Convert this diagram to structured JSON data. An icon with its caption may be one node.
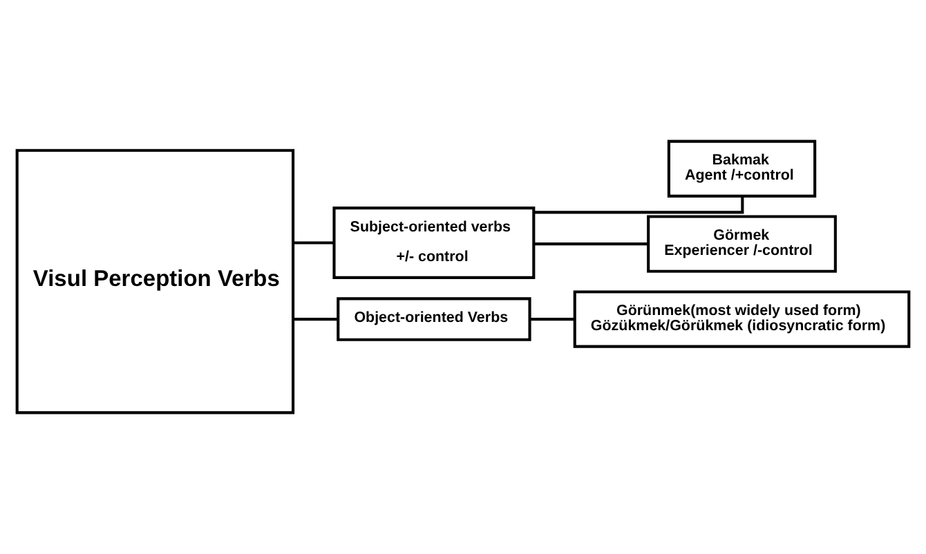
{
  "diagram": {
    "nodes": [
      {
        "text": [
          "Visul Perception Verbs"
        ]
      },
      {
        "text": [
          "Subject-oriented verbs",
          "+/- control"
        ]
      },
      {
        "text": [
          "Object-oriented Verbs"
        ]
      },
      {
        "text": [
          "Bakmak",
          "Agent /+control"
        ]
      },
      {
        "text": [
          "Görmek",
          "Experiencer /-control"
        ]
      },
      {
        "text": [
          "Görünmek(most widely used form)",
          "Gözükmek/Görükmek (idiosyncratic form)"
        ]
      }
    ],
    "edges": [
      {
        "from": 0,
        "to": 1,
        "arrow": "none"
      },
      {
        "from": 0,
        "to": 2,
        "arrow": "none"
      },
      {
        "from": 1,
        "to": 3,
        "arrow": "none"
      },
      {
        "from": 1,
        "to": 4,
        "arrow": "none"
      },
      {
        "from": 2,
        "to": 5,
        "arrow": "none"
      }
    ]
  }
}
